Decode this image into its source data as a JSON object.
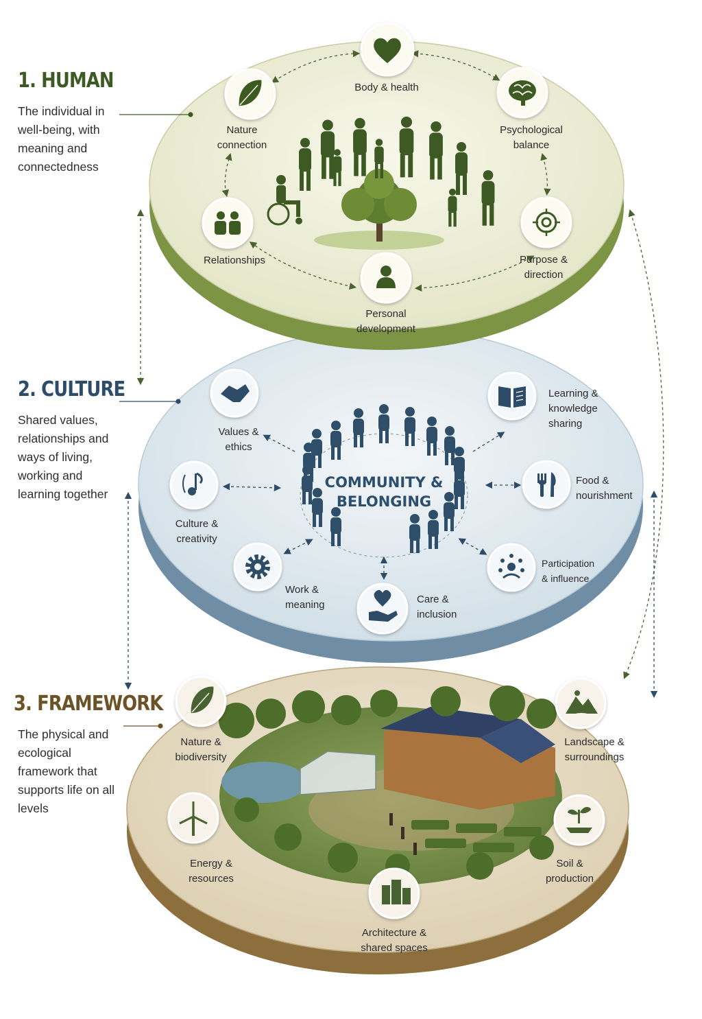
{
  "levels": [
    {
      "heading": "1. HUMAN",
      "color": "#3e5a24",
      "description": "The individual in well-being, with meaning and connectedness",
      "nodes": [
        {
          "icon": "heart-icon",
          "label": "Body & health"
        },
        {
          "icon": "brain-icon",
          "label": "Psychological balance"
        },
        {
          "icon": "target-icon",
          "label": "Purpose & direction"
        },
        {
          "icon": "person-icon",
          "label": "Personal development"
        },
        {
          "icon": "people-icon",
          "label": "Relationships"
        },
        {
          "icon": "leaf-icon",
          "label": "Nature connection"
        }
      ]
    },
    {
      "heading": "2. CULTURE",
      "color": "#2d4c68",
      "description": "Shared values, relationships and ways of living, working and learning together",
      "center_label": "COMMUNITY & BELONGING",
      "nodes": [
        {
          "icon": "handshake-icon",
          "label": "Values & ethics"
        },
        {
          "icon": "book-icon",
          "label": "Learning & knowledge sharing"
        },
        {
          "icon": "cutlery-icon",
          "label": "Food & nourishment"
        },
        {
          "icon": "participation-icon",
          "label": "Participation & influence"
        },
        {
          "icon": "care-hand-icon",
          "label": "Care & inclusion"
        },
        {
          "icon": "gear-icon",
          "label": "Work & meaning"
        },
        {
          "icon": "music-icon",
          "label": "Culture & creativity"
        }
      ]
    },
    {
      "heading": "3. FRAMEWORK",
      "color": "#6b5327",
      "description": "The physical and ecological framework that supports life on all levels",
      "nodes": [
        {
          "icon": "leaf-icon",
          "label": "Nature & biodiversity"
        },
        {
          "icon": "landscape-icon",
          "label": "Landscape & surroundings"
        },
        {
          "icon": "sprout-icon",
          "label": "Soil & production"
        },
        {
          "icon": "building-icon",
          "label": "Architecture & shared spaces"
        },
        {
          "icon": "wind-turbine-icon",
          "label": "Energy & resources"
        }
      ]
    }
  ]
}
